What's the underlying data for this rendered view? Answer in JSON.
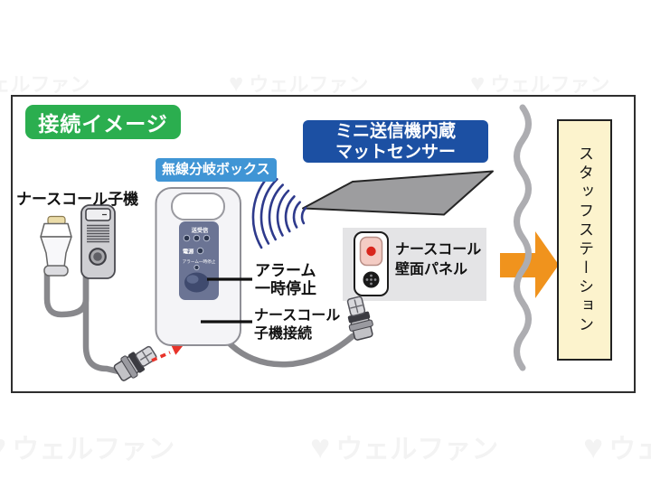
{
  "legend": {
    "title": "接続イメージ"
  },
  "devices": {
    "handset": {
      "label": "ナースコール子機"
    },
    "branch_box": {
      "label": "無線分岐ボックス",
      "panel": {
        "status_label": "送受信",
        "power_label": "電源",
        "alarm_label": "アラーム一時停止"
      }
    },
    "mat_sensor": {
      "label_line1": "ミニ送信機内蔵",
      "label_line2": "マットセンサー"
    },
    "wall_panel": {
      "label_line1": "ナースコール",
      "label_line2": "壁面パネル"
    },
    "staff_station": {
      "label": "スタッフステーション"
    }
  },
  "callouts": {
    "alarm_pause_line1": "アラーム",
    "alarm_pause_line2": "一時停止",
    "handset_connect_line1": "ナースコール",
    "handset_connect_line2": "子機接続"
  },
  "watermark": {
    "logo": "♥",
    "text": "ウェルファン"
  },
  "colors": {
    "title_green": "#2BAE4F",
    "label_blue": "#4095D5",
    "sensor_navy": "#1C50A3",
    "arrow_orange": "#F0931D",
    "station_yellow": "#FCF3CD",
    "alert_red": "#D9261C",
    "wave_navy": "#2E3A8C"
  }
}
